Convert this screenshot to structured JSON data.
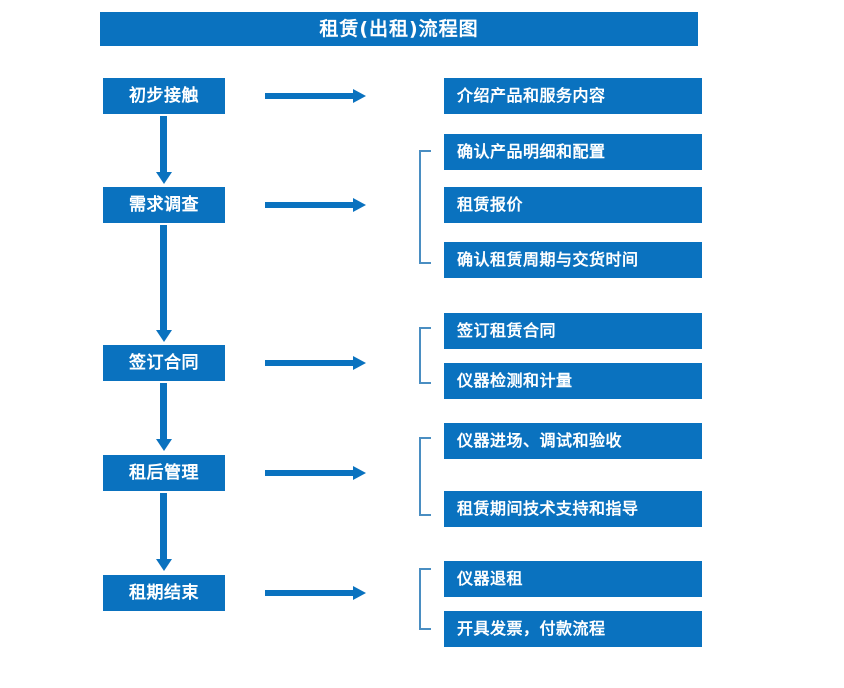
{
  "chart": {
    "title": "租赁(出租)流程图",
    "type": "flowchart",
    "accent_color": "#0a72bf",
    "bracket_color": "#4a8ec2",
    "background": "#ffffff"
  },
  "stages": [
    {
      "id": "stage-1",
      "label": "初步接触"
    },
    {
      "id": "stage-2",
      "label": "需求调查"
    },
    {
      "id": "stage-3",
      "label": "签订合同"
    },
    {
      "id": "stage-4",
      "label": "租后管理"
    },
    {
      "id": "stage-5",
      "label": "租期结束"
    }
  ],
  "details": [
    {
      "id": "detail-1-1",
      "label": "介绍产品和服务内容",
      "stage": "初步接触"
    },
    {
      "id": "detail-2-1",
      "label": "确认产品明细和配置",
      "stage": "需求调查"
    },
    {
      "id": "detail-2-2",
      "label": "租赁报价",
      "stage": "需求调查"
    },
    {
      "id": "detail-2-3",
      "label": "确认租赁周期与交货时间",
      "stage": "需求调查"
    },
    {
      "id": "detail-3-1",
      "label": "签订租赁合同",
      "stage": "签订合同"
    },
    {
      "id": "detail-3-2",
      "label": "仪器检测和计量",
      "stage": "签订合同"
    },
    {
      "id": "detail-4-1",
      "label": "仪器进场、调试和验收",
      "stage": "租后管理"
    },
    {
      "id": "detail-4-2",
      "label": "租赁期间技术支持和指导",
      "stage": "租后管理"
    },
    {
      "id": "detail-5-1",
      "label": "仪器退租",
      "stage": "租期结束"
    },
    {
      "id": "detail-5-2",
      "label": "开具发票，付款流程",
      "stage": "租期结束"
    }
  ],
  "connectors": {
    "vertical_count": 4,
    "horizontal_count": 5,
    "bracket_count": 4
  }
}
